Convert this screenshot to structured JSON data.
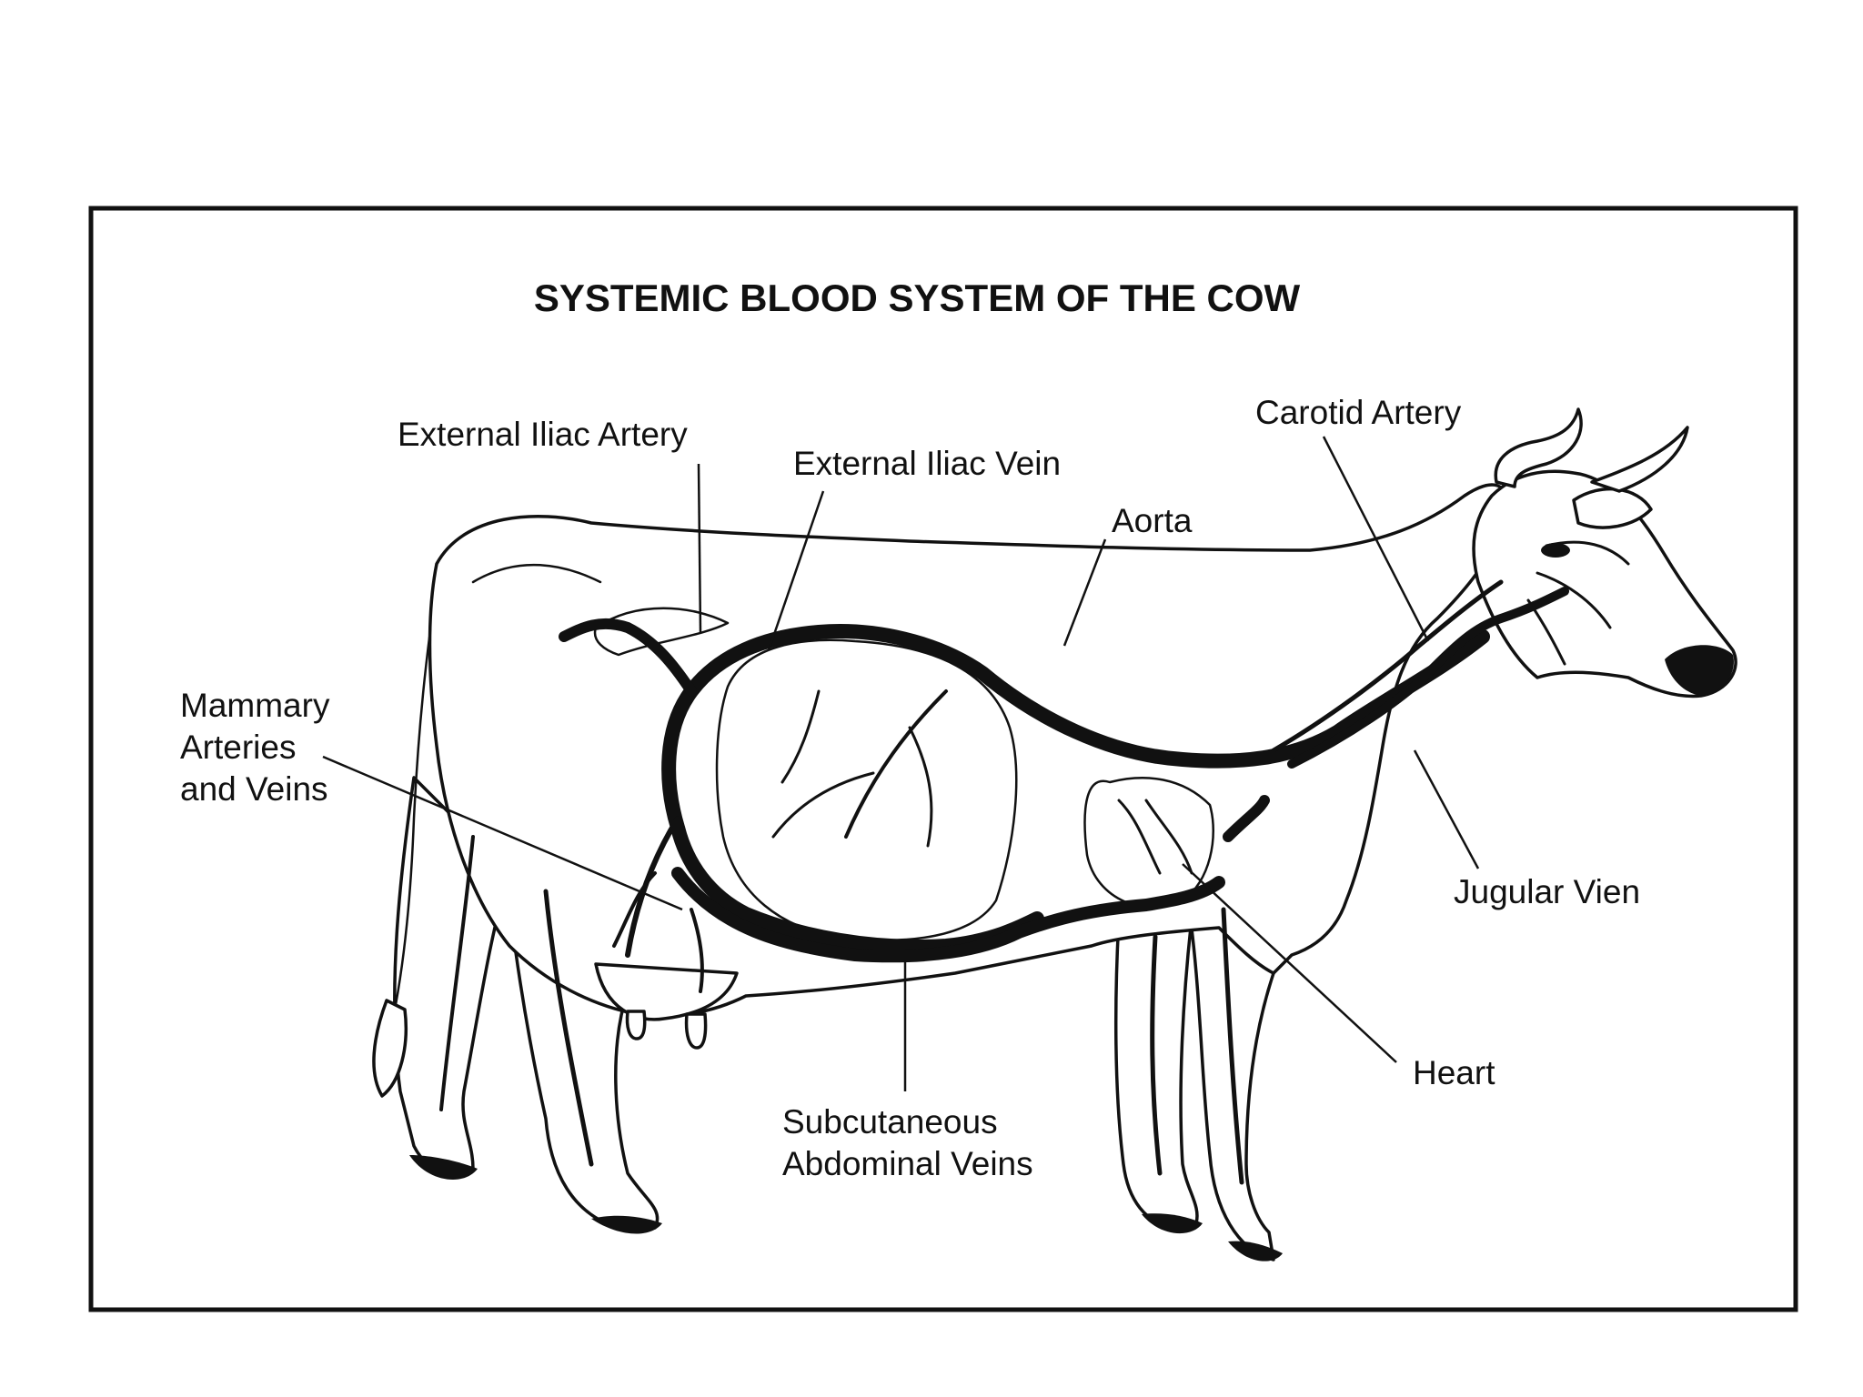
{
  "title": "SYSTEMIC BLOOD SYSTEM OF THE COW",
  "labels": {
    "external_iliac_artery": "External Iliac Artery",
    "external_iliac_vein": "External Iliac Vein",
    "carotid_artery": "Carotid Artery",
    "aorta": "Aorta",
    "mammary_line1": "Mammary",
    "mammary_line2": "Arteries",
    "mammary_line3": "and Veins",
    "jugular_vein": "Jugular Vien",
    "heart": "Heart",
    "subcutaneous_line1": "Subcutaneous",
    "subcutaneous_line2": "Abdominal Veins"
  },
  "colors": {
    "ink": "#111111",
    "background": "#ffffff"
  }
}
